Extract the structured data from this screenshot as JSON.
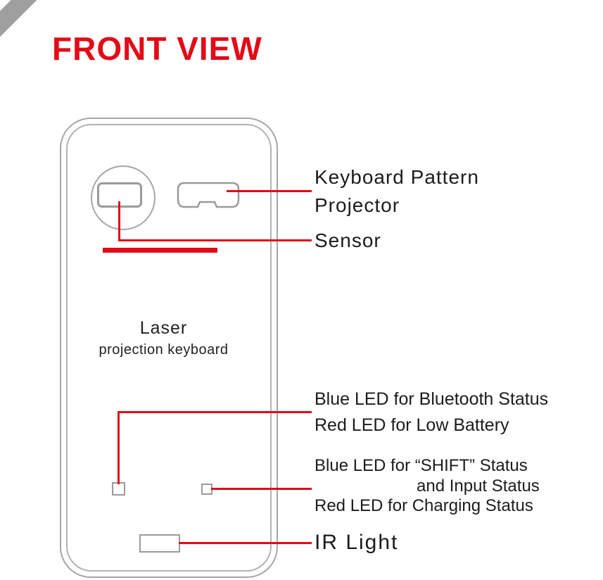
{
  "title": "FRONT VIEW",
  "device": {
    "label_line1": "Laser",
    "label_line2": "projection keyboard"
  },
  "annotations": {
    "projector": {
      "line1": "Keyboard Pattern",
      "line2": "Projector"
    },
    "sensor": "Sensor",
    "led_left": {
      "line1": "Blue LED for Bluetooth Status",
      "line2": "Red LED for Low Battery"
    },
    "led_right": {
      "line1": "Blue LED for “SHIFT” Status",
      "line2": "and Input Status",
      "line3": "Red LED for Charging Status"
    },
    "ir": "IR Light"
  },
  "colors": {
    "accent_red": "#E30B17",
    "outline_gray": "#A6A6A6",
    "text_dark": "#1C1C1C"
  }
}
